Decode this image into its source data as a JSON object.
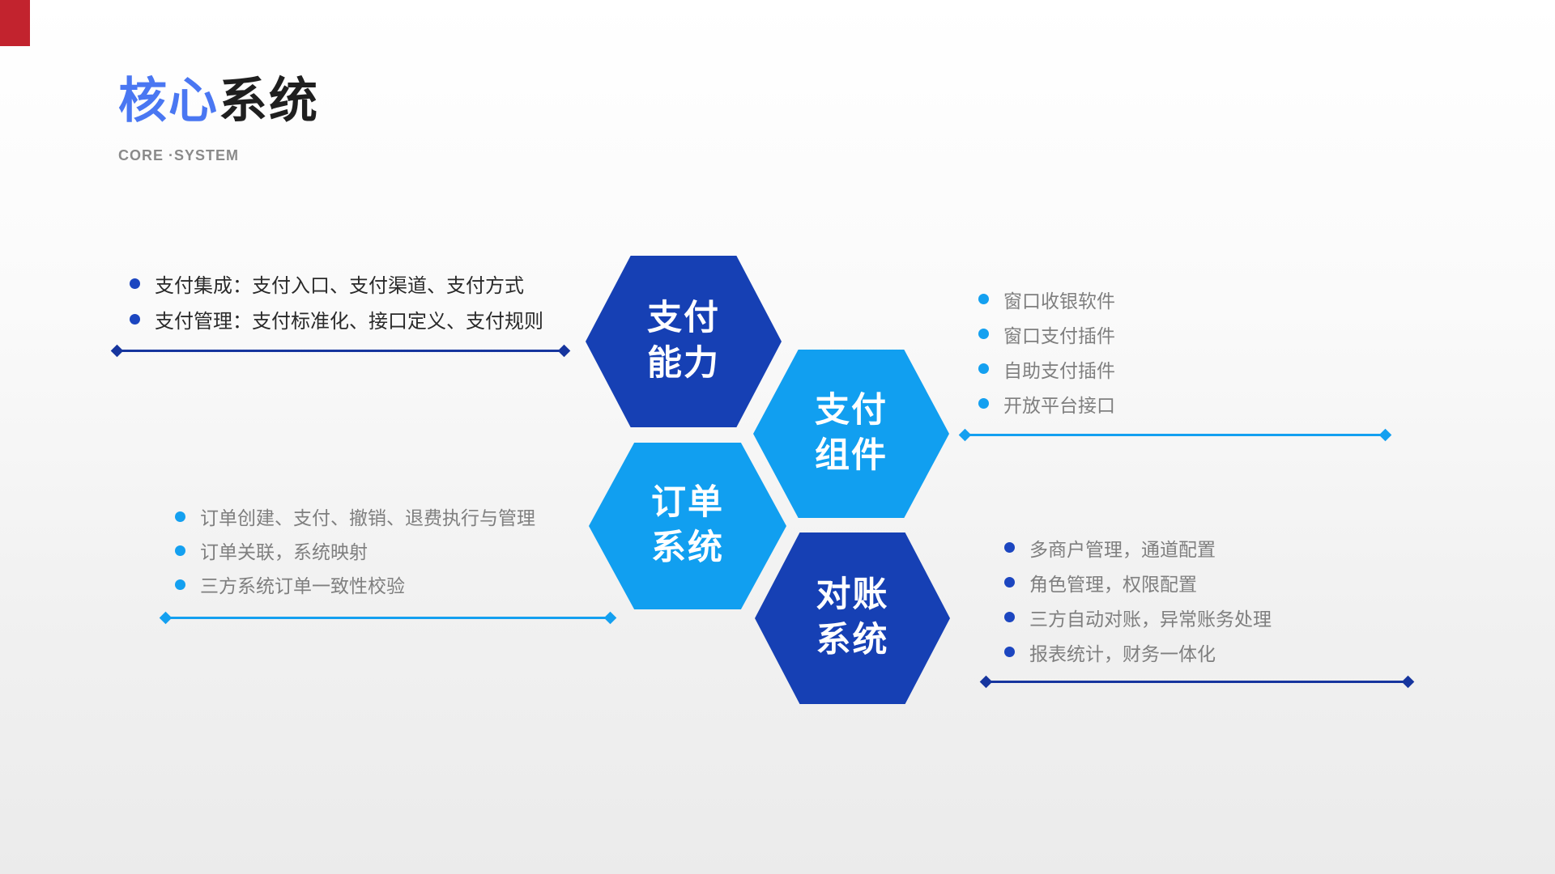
{
  "slide": {
    "title": {
      "accent": "核心",
      "rest": "系统"
    },
    "subtitle": "CORE ·SYSTEM",
    "corner_mark_color": "#c2232e"
  },
  "colors": {
    "title_accent_blue": "#4a77f2",
    "hex_dark_blue": "#1640b4",
    "hex_light_blue": "#119ff0",
    "divider_dark_blue": "#16359e",
    "divider_light_blue": "#14a0f0",
    "list_text_dark": "#2a2a2a",
    "list_text_gray": "#7f7f7f",
    "subtitle_gray": "#8a8a8a"
  },
  "hexagons": {
    "payment_capability": {
      "lines": [
        "支付",
        "能力"
      ],
      "style": "dark"
    },
    "payment_components": {
      "lines": [
        "支付",
        "组件"
      ],
      "style": "light"
    },
    "order_system": {
      "lines": [
        "订单",
        "系统"
      ],
      "style": "light"
    },
    "reconciliation_system": {
      "lines": [
        "对账",
        "系统"
      ],
      "style": "dark"
    }
  },
  "lists": {
    "payment_capability": {
      "items": [
        "支付集成：支付入口、支付渠道、支付方式",
        "支付管理：支付标准化、接口定义、支付规则"
      ]
    },
    "payment_components": {
      "items": [
        "窗口收银软件",
        "窗口支付插件",
        "自助支付插件",
        "开放平台接口"
      ]
    },
    "order_system": {
      "items": [
        "订单创建、支付、撤销、退费执行与管理",
        "订单关联，系统映射",
        "三方系统订单一致性校验"
      ]
    },
    "reconciliation_system": {
      "items": [
        "多商户管理，通道配置",
        "角色管理，权限配置",
        "三方自动对账，异常账务处理",
        "报表统计，财务一体化"
      ]
    }
  }
}
